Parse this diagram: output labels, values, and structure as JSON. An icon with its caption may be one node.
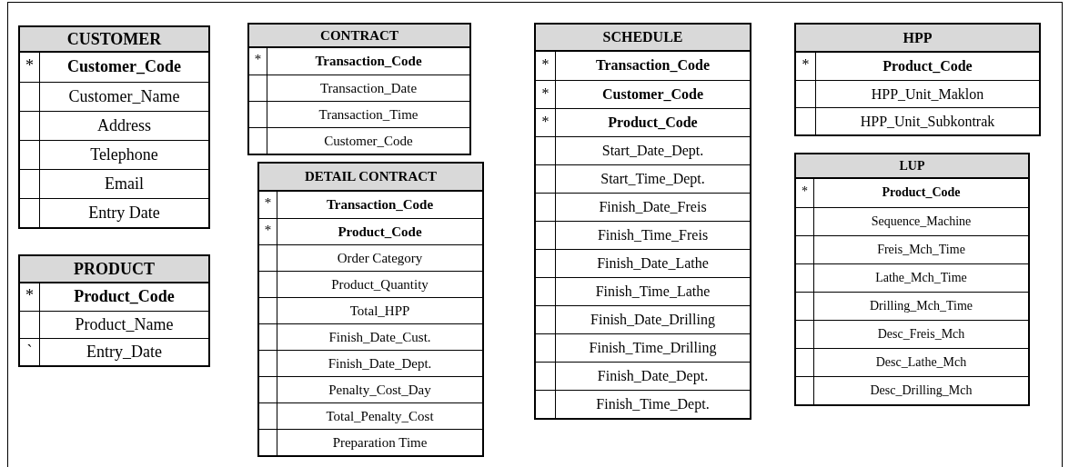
{
  "diagram": {
    "nodes": [
      {
        "text": [
          "CUSTOMER"
        ]
      },
      {
        "text": [
          "*",
          "Customer_Code"
        ],
        "in": 0
      },
      {
        "text": [
          "Customer_Name"
        ],
        "in": 0
      },
      {
        "text": [
          "Address"
        ],
        "in": 0
      },
      {
        "text": [
          "Telephone"
        ],
        "in": 0
      },
      {
        "text": [
          "Email"
        ],
        "in": 0
      },
      {
        "text": [
          "Entry Date"
        ],
        "in": 0
      },
      {
        "text": [
          "PRODUCT"
        ]
      },
      {
        "text": [
          "*",
          "Product_Code"
        ],
        "in": 7
      },
      {
        "text": [
          "Product_Name"
        ],
        "in": 7
      },
      {
        "text": [
          "`",
          "Entry_Date"
        ],
        "in": 7
      },
      {
        "text": [
          "CONTRACT"
        ]
      },
      {
        "text": [
          "*",
          "Transaction_Code"
        ],
        "in": 11
      },
      {
        "text": [
          "Transaction_Date"
        ],
        "in": 11
      },
      {
        "text": [
          "Transaction_Time"
        ],
        "in": 11
      },
      {
        "text": [
          "Customer_Code"
        ],
        "in": 11
      },
      {
        "text": [
          "DETAIL CONTRACT"
        ]
      },
      {
        "text": [
          "*",
          "Transaction_Code"
        ],
        "in": 16
      },
      {
        "text": [
          "*",
          "Product_Code"
        ],
        "in": 16
      },
      {
        "text": [
          "Order Category"
        ],
        "in": 16
      },
      {
        "text": [
          "Product_Quantity"
        ],
        "in": 16
      },
      {
        "text": [
          "Total_HPP"
        ],
        "in": 16
      },
      {
        "text": [
          "Finish_Date_Cust."
        ],
        "in": 16
      },
      {
        "text": [
          "Finish_Date_Dept."
        ],
        "in": 16
      },
      {
        "text": [
          "Penalty_Cost_Day"
        ],
        "in": 16
      },
      {
        "text": [
          "Total_Penalty_Cost"
        ],
        "in": 16
      },
      {
        "text": [
          "Preparation Time"
        ],
        "in": 16
      },
      {
        "text": [
          "SCHEDULE"
        ]
      },
      {
        "text": [
          "*",
          "Transaction_Code"
        ],
        "in": 27
      },
      {
        "text": [
          "*",
          "Customer_Code"
        ],
        "in": 27
      },
      {
        "text": [
          "*",
          "Product_Code"
        ],
        "in": 27
      },
      {
        "text": [
          "Start_Date_Dept."
        ],
        "in": 27
      },
      {
        "text": [
          "Start_Time_Dept."
        ],
        "in": 27
      },
      {
        "text": [
          "Finish_Date_Freis"
        ],
        "in": 27
      },
      {
        "text": [
          "Finish_Time_Freis"
        ],
        "in": 27
      },
      {
        "text": [
          "Finish_Date_Lathe"
        ],
        "in": 27
      },
      {
        "text": [
          "Finish_Time_Lathe"
        ],
        "in": 27
      },
      {
        "text": [
          "Finish_Date_Drilling"
        ],
        "in": 27
      },
      {
        "text": [
          "Finish_Time_Drilling"
        ],
        "in": 27
      },
      {
        "text": [
          "Finish_Date_Dept."
        ],
        "in": 27
      },
      {
        "text": [
          "Finish_Time_Dept."
        ],
        "in": 27
      },
      {
        "text": [
          "HPP"
        ]
      },
      {
        "text": [
          "*",
          "Product_Code"
        ],
        "in": 41
      },
      {
        "text": [
          "HPP_Unit_Maklon"
        ],
        "in": 41
      },
      {
        "text": [
          "HPP_Unit_Subkontrak"
        ],
        "in": 41
      },
      {
        "text": [
          "LUP"
        ]
      },
      {
        "text": [
          "*",
          "Product_Code"
        ],
        "in": 45
      },
      {
        "text": [
          "Sequence_Machine"
        ],
        "in": 45
      },
      {
        "text": [
          "Freis_Mch_Time"
        ],
        "in": 45
      },
      {
        "text": [
          "Lathe_Mch_Time"
        ],
        "in": 45
      },
      {
        "text": [
          "Drilling_Mch_Time"
        ],
        "in": 45
      },
      {
        "text": [
          "Desc_Freis_Mch"
        ],
        "in": 45
      },
      {
        "text": [
          "Desc_Lathe_Mch"
        ],
        "in": 45
      },
      {
        "text": [
          "Desc_Drilling_Mch"
        ],
        "in": 45
      }
    ]
  }
}
